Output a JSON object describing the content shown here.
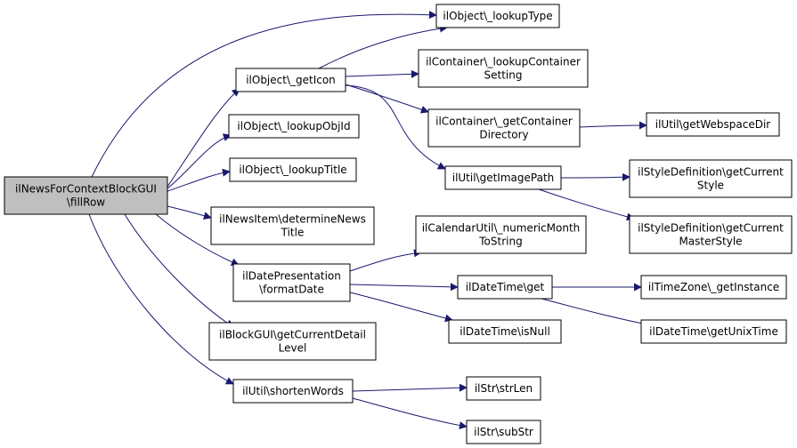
{
  "graph": {
    "edge_color": "#191970",
    "root_fill": "#bfbfbf",
    "nodes": {
      "root": {
        "lines": [
          "ilNewsForContextBlockGUI",
          "\\fillRow"
        ]
      },
      "getIcon": {
        "lines": [
          "ilObject\\_getIcon"
        ]
      },
      "lookupObjId": {
        "lines": [
          "ilObject\\_lookupObjId"
        ]
      },
      "lookupTitle": {
        "lines": [
          "ilObject\\_lookupTitle"
        ]
      },
      "determineNewsTitle": {
        "lines": [
          "ilNewsItem\\determineNews",
          "Title"
        ]
      },
      "formatDate": {
        "lines": [
          "ilDatePresentation",
          "\\formatDate"
        ]
      },
      "getCurrentDetailLevel": {
        "lines": [
          "ilBlockGUI\\getCurrentDetail",
          "Level"
        ]
      },
      "shortenWords": {
        "lines": [
          "ilUtil\\shortenWords"
        ]
      },
      "lookupType": {
        "lines": [
          "ilObject\\_lookupType"
        ]
      },
      "lookupContainerSetting": {
        "lines": [
          "ilContainer\\_lookupContainer",
          "Setting"
        ]
      },
      "getContainerDirectory": {
        "lines": [
          "ilContainer\\_getContainer",
          "Directory"
        ]
      },
      "getImagePath": {
        "lines": [
          "ilUtil\\getImagePath"
        ]
      },
      "getWebspaceDir": {
        "lines": [
          "ilUtil\\getWebspaceDir"
        ]
      },
      "getCurrentStyle": {
        "lines": [
          "ilStyleDefinition\\getCurrent",
          "Style"
        ]
      },
      "getCurrentMasterStyle": {
        "lines": [
          "ilStyleDefinition\\getCurrent",
          "MasterStyle"
        ]
      },
      "numericMonthToString": {
        "lines": [
          "ilCalendarUtil\\_numericMonth",
          "ToString"
        ]
      },
      "dateTimeGet": {
        "lines": [
          "ilDateTime\\get"
        ]
      },
      "isNull": {
        "lines": [
          "ilDateTime\\isNull"
        ]
      },
      "getInstance": {
        "lines": [
          "ilTimeZone\\_getInstance"
        ]
      },
      "getUnixTime": {
        "lines": [
          "ilDateTime\\getUnixTime"
        ]
      },
      "strLen": {
        "lines": [
          "ilStr\\strLen"
        ]
      },
      "subStr": {
        "lines": [
          "ilStr\\subStr"
        ]
      }
    }
  }
}
